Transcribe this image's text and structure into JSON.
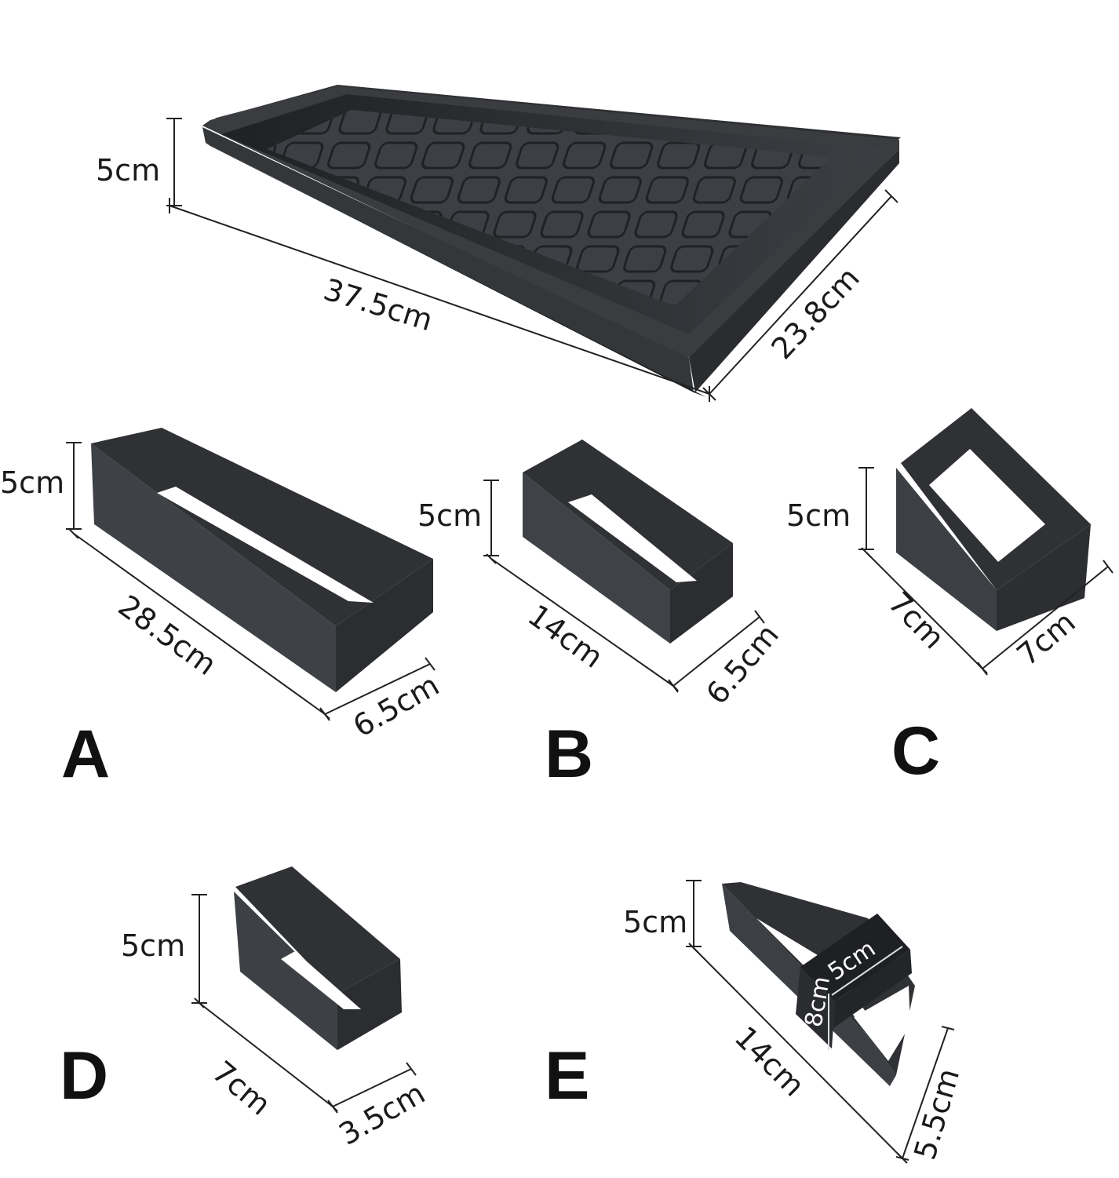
{
  "tray": {
    "height": "5cm",
    "length": "37.5cm",
    "width": "23.8cm"
  },
  "items": {
    "a": {
      "label": "A",
      "height": "5cm",
      "length": "28.5cm",
      "width": "6.5cm"
    },
    "b": {
      "label": "B",
      "height": "5cm",
      "length": "14cm",
      "width": "6.5cm"
    },
    "c": {
      "label": "C",
      "height": "5cm",
      "length": "7cm",
      "width": "7cm"
    },
    "d": {
      "label": "D",
      "height": "5cm",
      "length": "7cm",
      "width": "3.5cm"
    },
    "e": {
      "label": "E",
      "height": "5cm",
      "length": "14cm",
      "width": "5.5cm",
      "top_width": "5cm",
      "top_length": "8cm"
    }
  },
  "colors": {
    "metal": "#3a3c3f",
    "metal_dark": "#25272a",
    "metal_light": "#55585c",
    "background": "#ffffff"
  }
}
